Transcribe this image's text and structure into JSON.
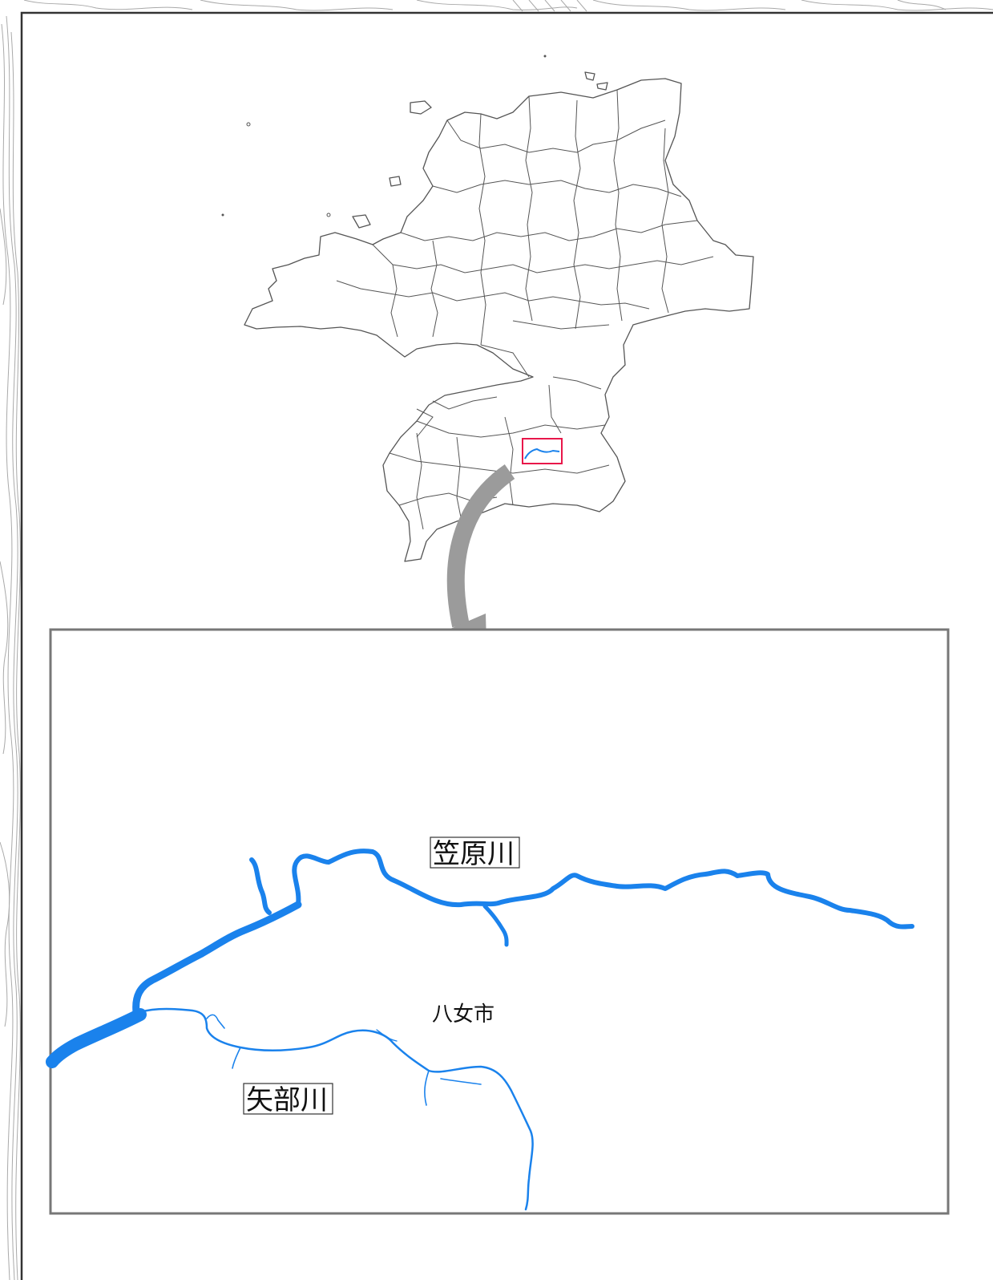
{
  "map": {
    "labels": {
      "river_kasahara": "笠原川",
      "river_yabe": "矢部川",
      "city_yame": "八女市"
    },
    "colors": {
      "river": "#1a82ec",
      "highlight_box": "#e8174a",
      "arrow": "#9b9b9b",
      "frame": "#777777",
      "outline": "#555555",
      "contour": "#a9a9a9"
    }
  }
}
